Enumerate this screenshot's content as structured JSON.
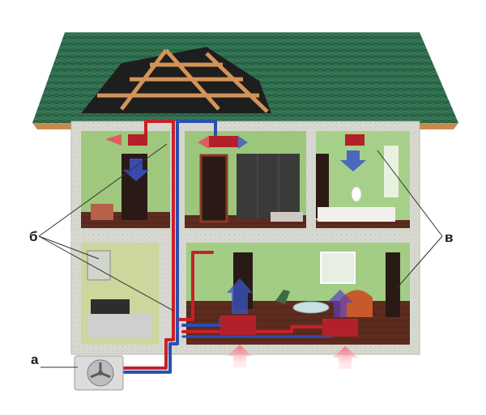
{
  "labels": {
    "a": "а",
    "b": "б",
    "v": "в"
  },
  "colors": {
    "roof": "#2e6b4c",
    "wall": "#d6d8cf",
    "room_green": "#8fbf73",
    "floor_wood": "#5a2a1e",
    "supply_pipe": "#c8202a",
    "return_pipe": "#2a4fb0",
    "warm_air": "#e84a5a",
    "cool_air": "#3b55c8"
  },
  "icons": [
    "outdoor-unit-icon",
    "fan-icon",
    "indoor-unit-icon",
    "air-flow-arrow-icon"
  ]
}
